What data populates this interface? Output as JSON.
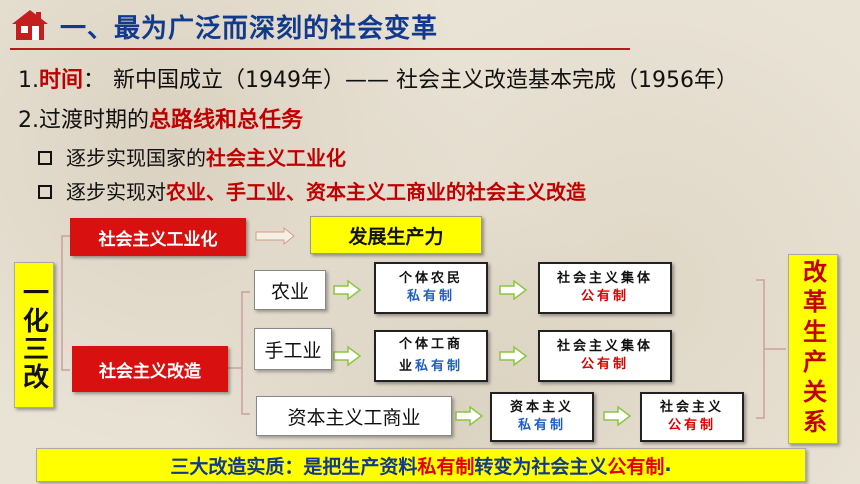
{
  "title": "一、最为广泛而深刻的社会变革",
  "icon": "house-icon",
  "accent_color": "#c00000",
  "title_color": "#123a8c",
  "item1": {
    "num": "1.",
    "label": "时间",
    "colon": "：",
    "text": "新中国成立（1949年）—— 社会主义改造基本完成（1956年）"
  },
  "item2": {
    "prefix": "2.过渡时期的",
    "highlight": "总路线和总任务"
  },
  "bullet1": {
    "prefix": "逐步实现国家的",
    "highlight": "社会主义工业化"
  },
  "bullet2": {
    "prefix": "逐步实现对",
    "highlight": "农业、手工业、资本主义工商业的社会主义改造"
  },
  "diagram": {
    "left_label": "一化三改",
    "industrialization": "社会主义工业化",
    "develop": "发展生产力",
    "transformation": "社会主义改造",
    "agriculture": "农业",
    "handicraft": "手工业",
    "capitalist": "资本主义工商业",
    "farmers": "个体农民",
    "private": "私有制",
    "collective": "社会主义集体",
    "public": "公有制",
    "handicraft_l1": "个体工商",
    "handicraft_l2_prefix": "业",
    "capitalism_short": "资本主义",
    "socialism_short": "社会主义",
    "right_label": "改革生产关系"
  },
  "essence": {
    "prefix": "三大改造实质：是把生产资料",
    "private": "私有制",
    "middle": "转变为社会主义",
    "public": "公有制",
    "suffix": "."
  }
}
